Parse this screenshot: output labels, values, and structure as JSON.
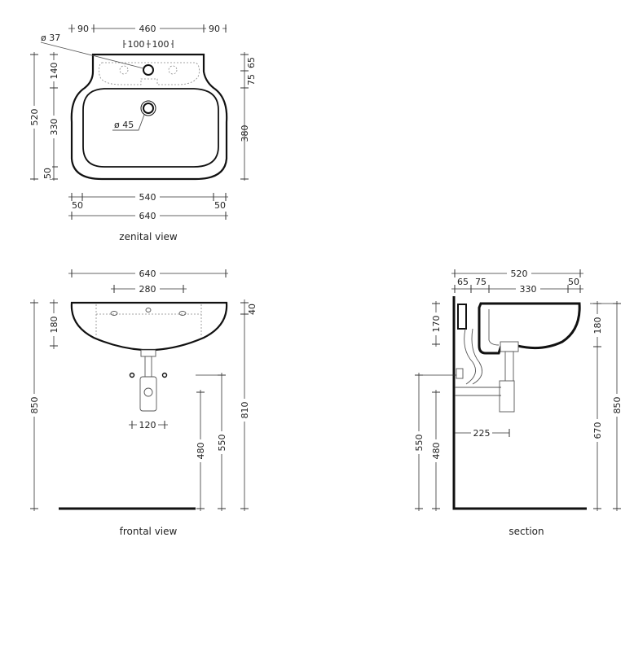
{
  "zenital": {
    "caption": "zenital view",
    "top_dims": [
      "90",
      "460",
      "90"
    ],
    "tap_dims": [
      "100",
      "100"
    ],
    "tap_hole": "ø 37",
    "drain_hole": "ø 45",
    "left_dims": [
      "520",
      "140",
      "330",
      "50"
    ],
    "right_dims": [
      "65",
      "75",
      "380"
    ],
    "bottom_dims": [
      "50",
      "540",
      "50",
      "640"
    ]
  },
  "frontal": {
    "caption": "frontal view",
    "width": "640",
    "holes": "280",
    "trap": "120",
    "left_dims": [
      "850",
      "180"
    ],
    "right_dims": [
      "40",
      "810",
      "550",
      "480"
    ]
  },
  "section": {
    "caption": "section",
    "top_dims": [
      "520",
      "65",
      "75",
      "330",
      "50"
    ],
    "left_dims": [
      "170",
      "550",
      "480"
    ],
    "right_dims": [
      "180",
      "670",
      "850"
    ],
    "trap_offset": "225"
  }
}
